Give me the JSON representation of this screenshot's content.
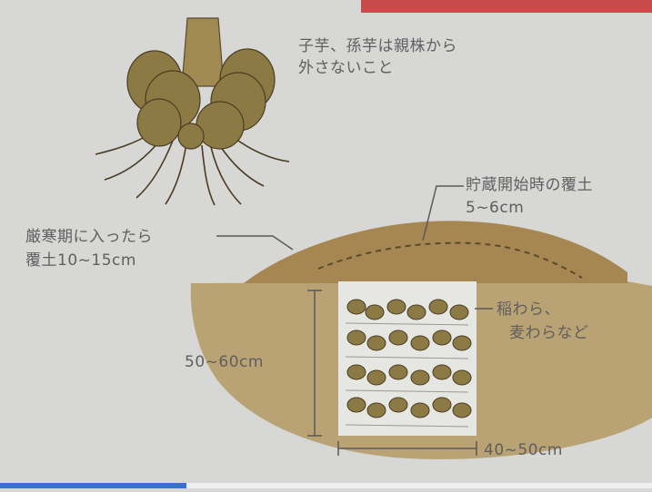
{
  "labels": {
    "top_note_line1": "子芋、孫芋は親株から",
    "top_note_line2": "外さないこと",
    "storage_cover_line1": "貯蔵開始時の覆土",
    "storage_cover_line2": "5~6cm",
    "winter_cover_line1": "厳寒期に入ったら",
    "winter_cover_line2": "覆土10~15cm",
    "straw_line1": "稲わら、",
    "straw_line2": "麦わらなど",
    "depth": "50~60cm",
    "width": "40~50cm"
  },
  "colors": {
    "background": "#d7d7d5",
    "soil_mound": "#a68752",
    "soil_ground": "#b9a273",
    "pit": "#e6e6e3",
    "taro": "#8c7a45",
    "root": "#4a3c22",
    "label_text": "#5f5f5f",
    "accent_top": "#c94a4a",
    "accent_bottom": "#3b6fd0"
  }
}
